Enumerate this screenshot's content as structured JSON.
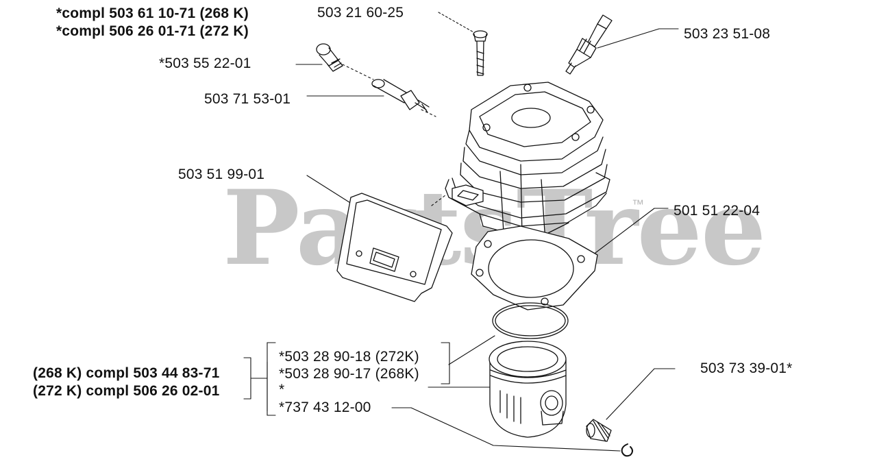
{
  "watermark": {
    "brand": "PartsTree",
    "trademark": "™"
  },
  "assembly_labels": {
    "cylinder_compl_268": "*compl 503 61 10-71 (268 K)",
    "cylinder_compl_272": "*compl 506 26 01-71 (272 K)",
    "piston_compl_268": "(268 K) compl 503 44 83-71",
    "piston_compl_272": "(272 K) compl 506 26 02-01"
  },
  "parts": {
    "screw": "503 21 60-25",
    "spark_plug": "503 23 51-08",
    "decompression_valve": "*503 55 22-01",
    "valve_sleeve": "503 71 53-01",
    "muffler_gasket": "503 51 99-01",
    "cylinder_gasket": "501 51 22-04",
    "piston_ring_272": "*503 28 90-18 (272K)",
    "piston_ring_268": "*503 28 90-17 (268K)",
    "piston": "*",
    "circlip": "*737 43 12-00",
    "needle_bearing": "503 73 39-01*"
  },
  "colors": {
    "ink": "#111111",
    "watermark": "#c8c8c8",
    "background": "#ffffff"
  }
}
